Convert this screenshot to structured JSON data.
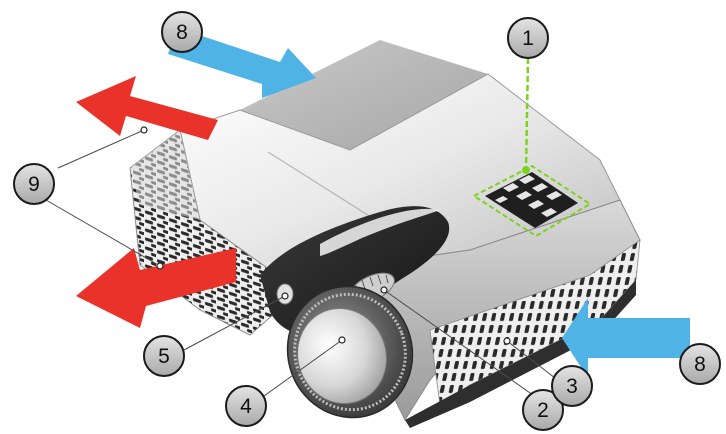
{
  "diagram": {
    "callouts": [
      {
        "id": "c1",
        "label": "1"
      },
      {
        "id": "c2",
        "label": "2"
      },
      {
        "id": "c3",
        "label": "3"
      },
      {
        "id": "c4",
        "label": "4"
      },
      {
        "id": "c5",
        "label": "5"
      },
      {
        "id": "c8a",
        "label": "8"
      },
      {
        "id": "c8b",
        "label": "8"
      },
      {
        "id": "c9",
        "label": "9"
      }
    ],
    "colors": {
      "intake_arrow": "#4fb3e6",
      "exhaust_arrow": "#e8322a",
      "keypad_highlight": "#7bd31c",
      "callout_fill": "#c9c9c9",
      "body_light": "#eeeeee",
      "body_dark": "#2a2a2a"
    },
    "icons": [
      "intake-arrow-icon",
      "exhaust-arrow-icon",
      "projector-illustration"
    ]
  }
}
